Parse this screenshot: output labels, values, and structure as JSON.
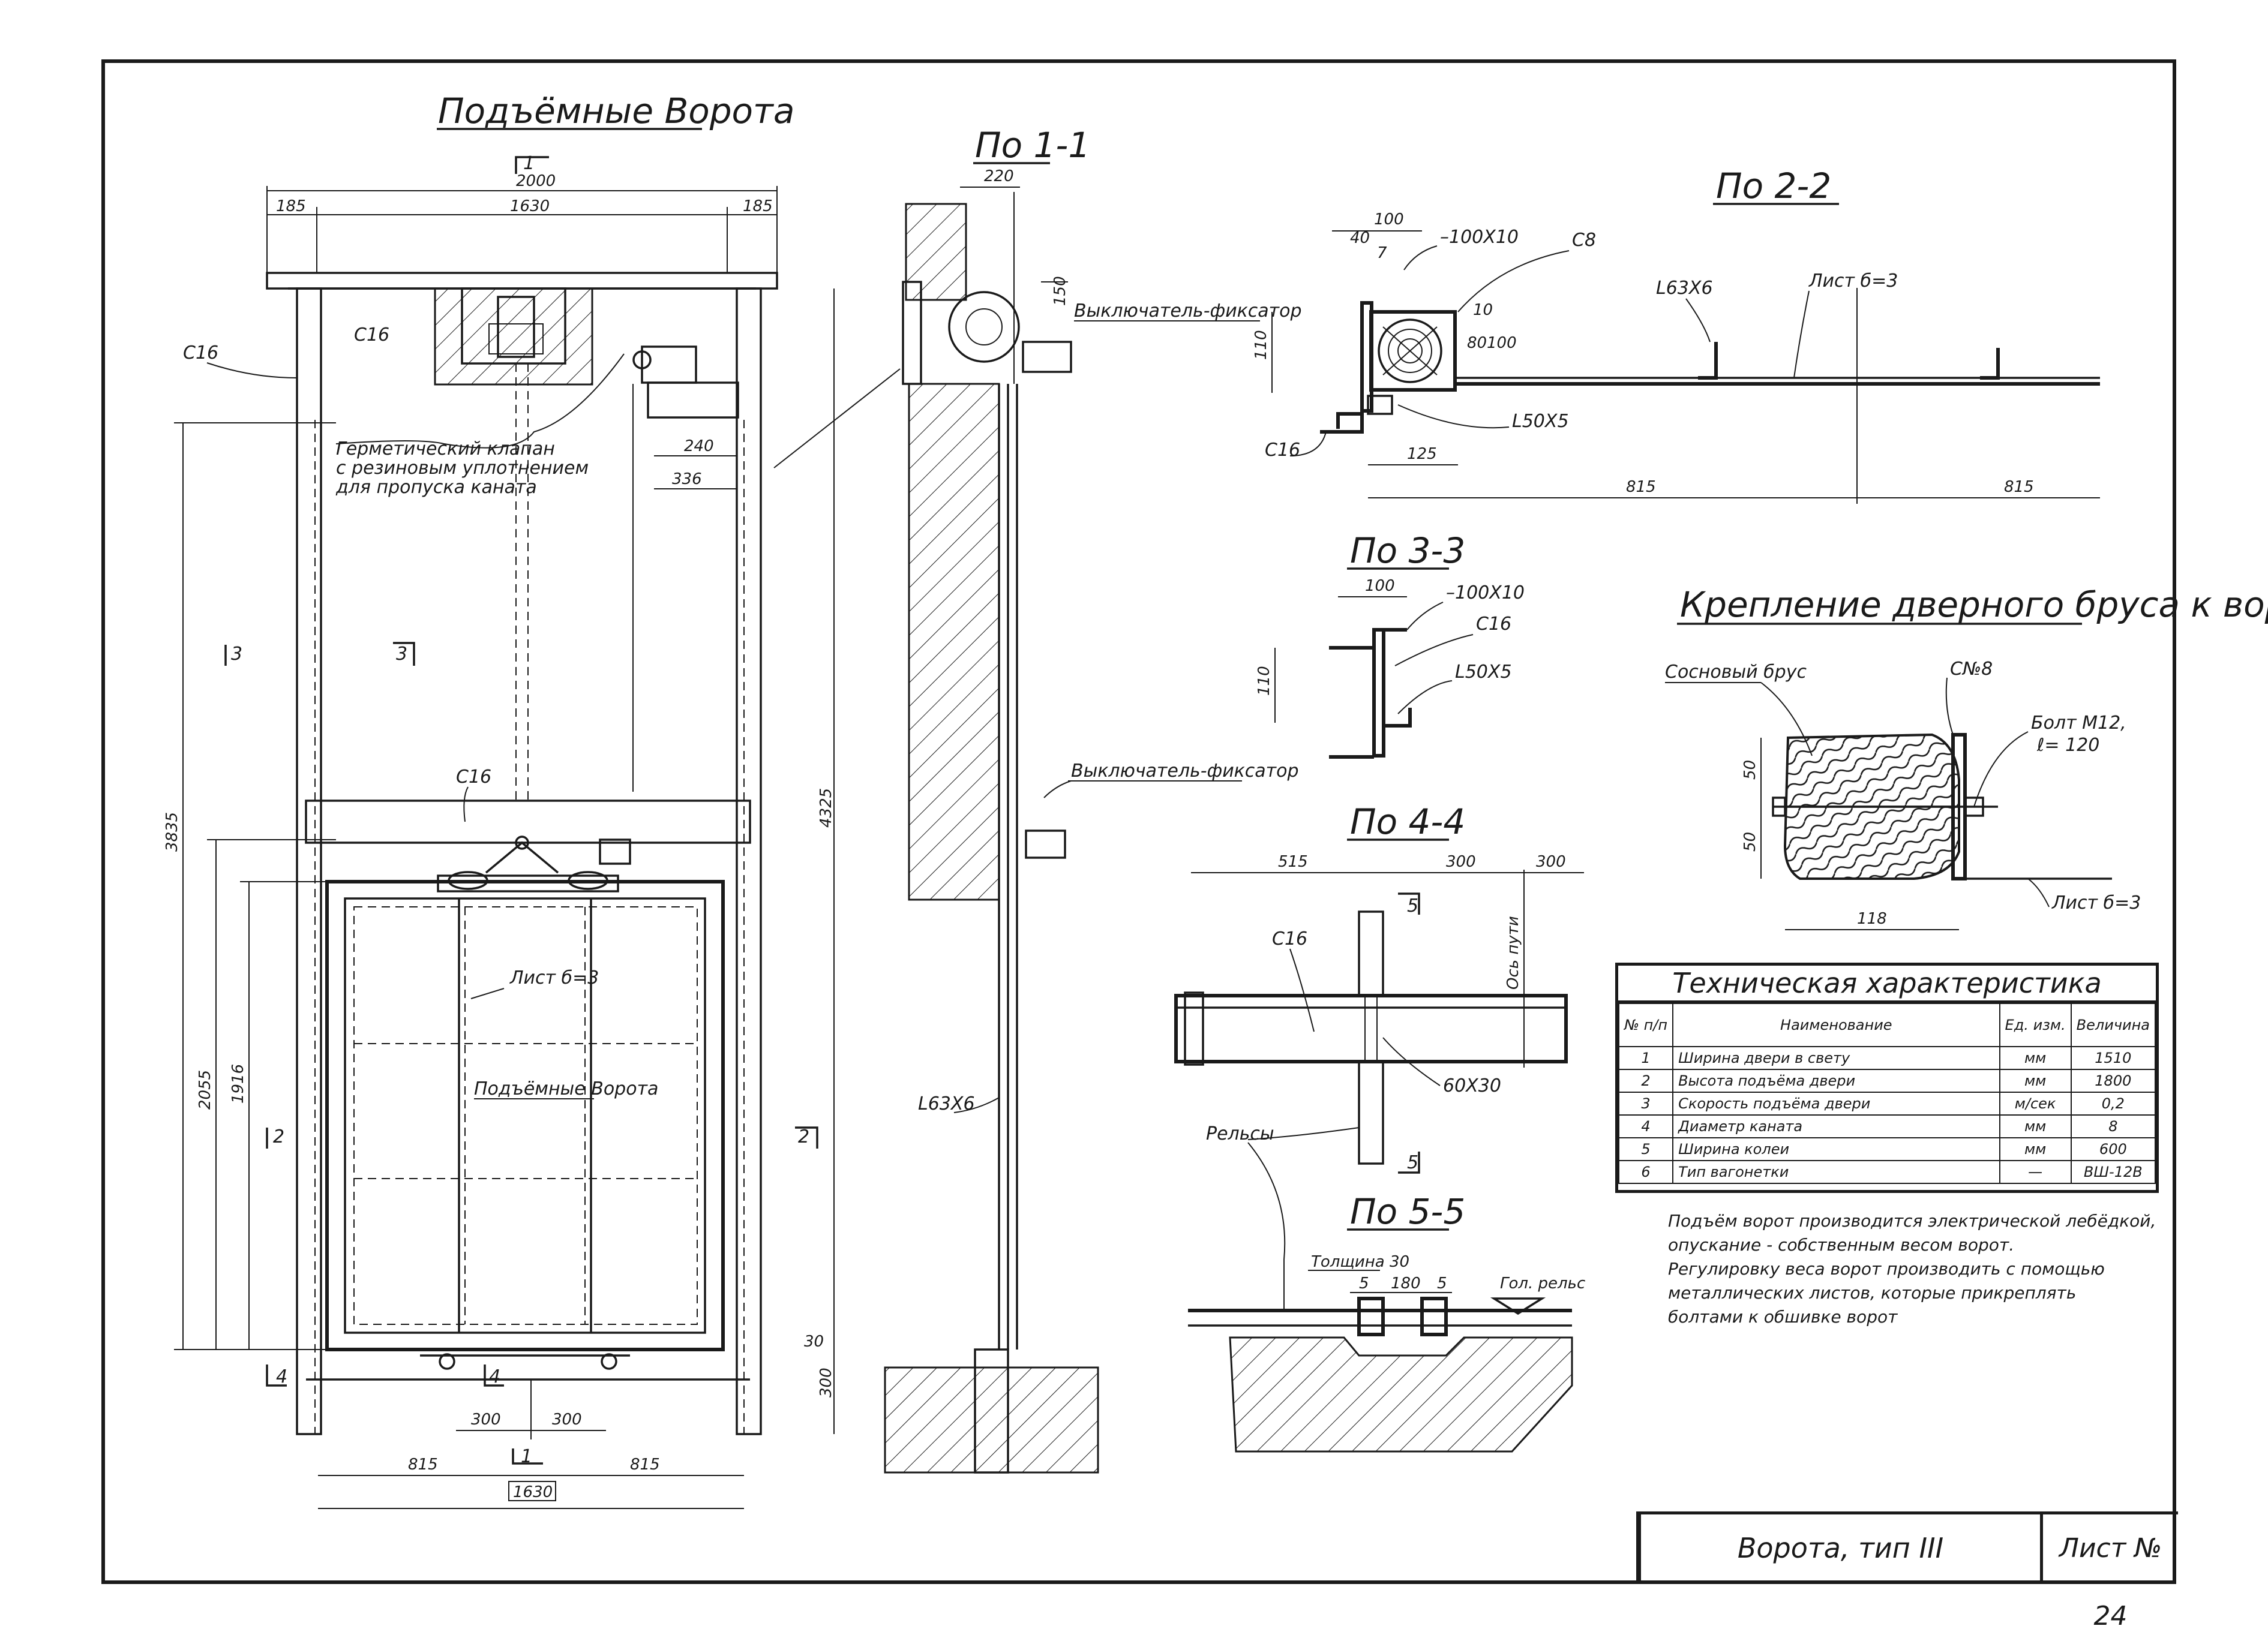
{
  "titles": {
    "main": "Подъёмные Ворота",
    "sec11": "По 1-1",
    "sec22": "По 2-2",
    "sec33": "По 3-3",
    "sec44": "По 4-4",
    "sec55": "По 5-5",
    "fixing": "Крепление дверного бруса к воротам"
  },
  "front": {
    "dims": {
      "d2000": "2000",
      "d1630": "1630",
      "d185a": "185",
      "d185b": "185",
      "d240": "240",
      "d336": "336",
      "d3835": "3835",
      "d4325": "4325",
      "d2055": "2055",
      "d1916": "1916",
      "d300": "300",
      "d30": "30",
      "d300a": "300",
      "d300b": "300",
      "d815a": "815",
      "d815b": "815",
      "d1630b": "1630"
    },
    "labels": {
      "c16_left": "С16",
      "c16_top": "С16",
      "c16_mid": "С16",
      "valve1": "Герметический клапан",
      "valve2": "с резиновым уплотнением",
      "valve3": "для пропуска каната",
      "sheet": "Лист б=3",
      "door": "Подъёмные Ворота"
    },
    "marks": {
      "m1": "1",
      "m1b": "1",
      "m2a": "2",
      "m2b": "2",
      "m3a": "3",
      "m3b": "3",
      "m4a": "4",
      "m4b": "4"
    }
  },
  "section11": {
    "d220": "220",
    "d150": "150",
    "switch1": "Выключатель-фиксатор",
    "switch2": "Выключатель-фиксатор",
    "angle": "L63Х6"
  },
  "section22": {
    "d100": "100",
    "d40": "40",
    "d7": "7",
    "plate": "–100Х10",
    "c8": "С8",
    "d10": "10",
    "d80": "80",
    "d100v": "100",
    "d110": "110",
    "l63": "L63Х6",
    "sheet": "Лист б=3",
    "c16": "С16",
    "l50": "L50Х5",
    "d125": "125",
    "d815a": "815",
    "d815b": "815"
  },
  "section33": {
    "d100": "100",
    "plate": "–100Х10",
    "c16": "С16",
    "d110": "110",
    "l50": "L50Х5"
  },
  "section44": {
    "d515": "515",
    "d300a": "300",
    "d300b": "300",
    "m5a": "5",
    "m5b": "5",
    "c16": "С16",
    "axis": "Ось пути",
    "bar": "60Х30",
    "rails": "Рельсы"
  },
  "section55": {
    "thick": "Толщина 30",
    "d5a": "5",
    "d180": "180",
    "d5b": "5",
    "head": "Гол. рельс"
  },
  "fixing": {
    "beam": "Сосновый брус",
    "channel": "С№8",
    "bolt1": "Болт М12,",
    "bolt2": "ℓ= 120",
    "d50a": "50",
    "d50b": "50",
    "d118": "118",
    "sheet": "Лист б=3"
  },
  "spec": {
    "caption": "Техническая характеристика",
    "head": {
      "num": "№ п/п",
      "name": "Наименование",
      "unit": "Ед. изм.",
      "value": "Величина"
    },
    "rows": [
      {
        "num": "1",
        "name": "Ширина двери в свету",
        "unit": "мм",
        "value": "1510"
      },
      {
        "num": "2",
        "name": "Высота подъёма двери",
        "unit": "мм",
        "value": "1800"
      },
      {
        "num": "3",
        "name": "Скорость подъёма двери",
        "unit": "м/сек",
        "value": "0,2"
      },
      {
        "num": "4",
        "name": "Диаметр каната",
        "unit": "мм",
        "value": "8"
      },
      {
        "num": "5",
        "name": "Ширина колеи",
        "unit": "мм",
        "value": "600"
      },
      {
        "num": "6",
        "name": "Тип вагонетки",
        "unit": "—",
        "value": "ВШ-12В"
      }
    ]
  },
  "notes": [
    "Подъём ворот производится электрической лебёдкой,",
    "опускание - собственным весом ворот.",
    "Регулировку веса ворот производить с помощью",
    "металлических листов, которые прикреплять",
    "болтами к обшивке ворот"
  ],
  "title_block": {
    "name": "Ворота, тип III",
    "sheet": "Лист № 24"
  }
}
